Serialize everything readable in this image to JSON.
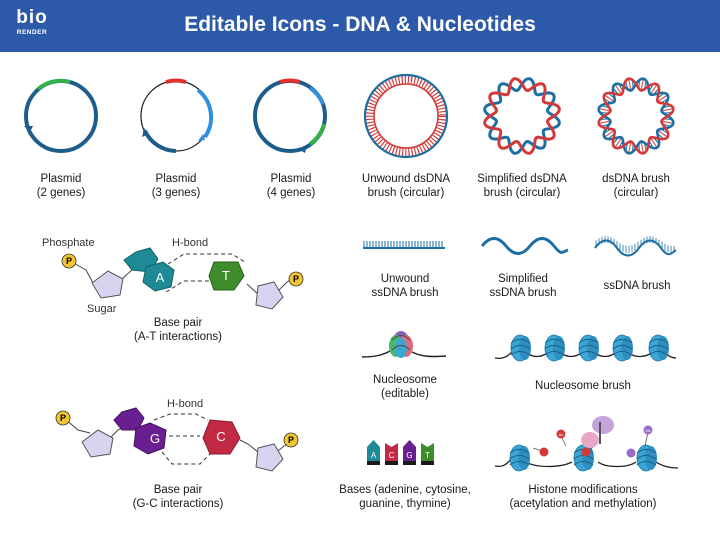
{
  "header": {
    "logo_text": "bio",
    "logo_sub": "RENDER",
    "title": "Editable Icons - DNA & Nucleotides"
  },
  "captions": {
    "plasmid2": [
      "Plasmid",
      "(2 genes)"
    ],
    "plasmid3": [
      "Plasmid",
      "(3 genes)"
    ],
    "plasmid4": [
      "Plasmid",
      "(4 genes)"
    ],
    "unwound_circ": [
      "Unwound dsDNA",
      "brush (circular)"
    ],
    "simplified_circ": [
      "Simplified dsDNA",
      "brush (circular)"
    ],
    "dsdna_circ": [
      "dsDNA brush",
      "(circular)"
    ],
    "basepair_at": [
      "Base pair",
      "(A-T interactions)"
    ],
    "unwound_ss": [
      "Unwound",
      "ssDNA brush"
    ],
    "simplified_ss": [
      "Simplified",
      "ssDNA brush"
    ],
    "ssdna": [
      "ssDNA brush"
    ],
    "nucleosome": [
      "Nucleosome",
      "(editable)"
    ],
    "nucleosome_brush": [
      "Nucleosome brush"
    ],
    "basepair_gc": [
      "Base pair",
      "(G-C interactions)"
    ],
    "bases": [
      "Bases (adenine, cytosine,",
      "guanine, thymine)"
    ],
    "histone": [
      "Histone modifications",
      "(acetylation and methylation)"
    ]
  },
  "labels": {
    "phosphate": "Phosphate",
    "sugar": "Sugar",
    "hbond_at": "H-bond",
    "hbond_gc": "H-bond",
    "p": "P",
    "A": "A",
    "T": "T",
    "G": "G",
    "C": "C"
  },
  "bases_row": [
    "A",
    "C",
    "G",
    "T"
  ],
  "histone_marks": [
    "Ac",
    "Me"
  ],
  "colors": {
    "header": "#2d5aa8",
    "dna_blue": "#1d6fa3",
    "dna_red": "#d23a3a",
    "gene_green": "#33b24a",
    "gene_blue": "#2f8fe0",
    "gene_red": "#e0312f",
    "adenine": "#1e8a96",
    "thymine": "#3e8c2c",
    "guanine": "#6a1f91",
    "cytosine": "#c22a43",
    "sugar": "#d8d4ef",
    "phosphate": "#f2c531",
    "nucleosome": "#3ba6d6"
  }
}
